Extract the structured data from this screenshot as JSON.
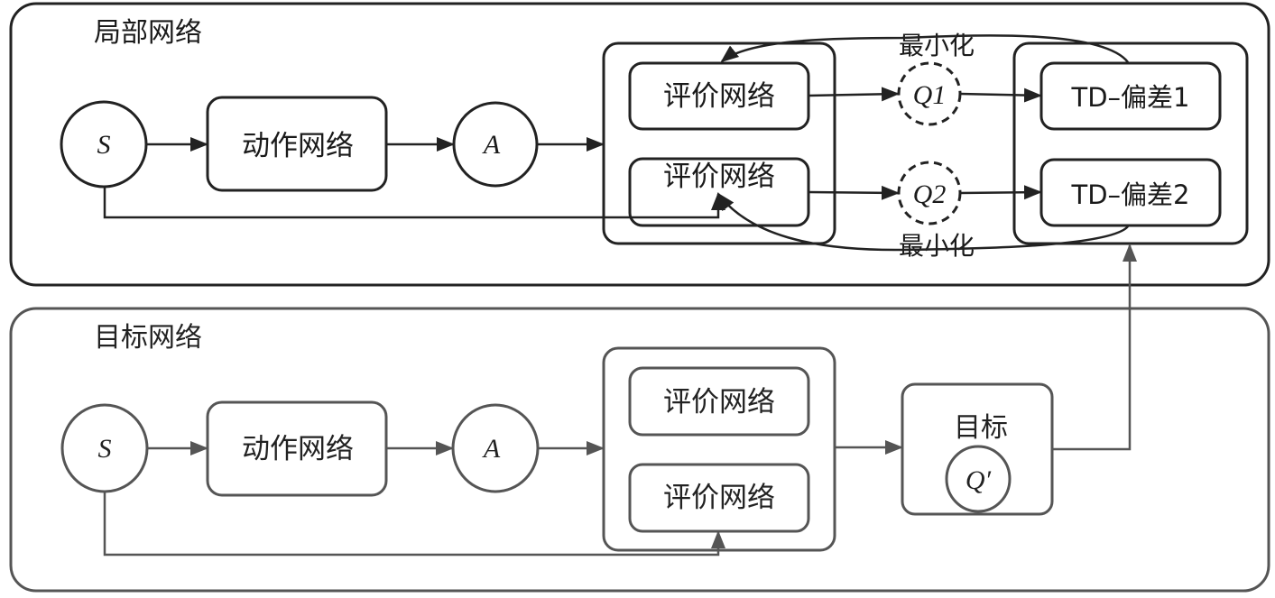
{
  "local_network": {
    "title": "局部网络",
    "state_node": "S",
    "action_net": "动作网络",
    "action_node": "A",
    "critic1": "评价网络",
    "critic2": "评价网络",
    "q1": "Q1",
    "q2": "Q2",
    "minimize_top": "最小化",
    "minimize_bottom": "最小化",
    "td_error1": "TD–偏差1",
    "td_error2": "TD–偏差2"
  },
  "target_network": {
    "title": "目标网络",
    "state_node": "S",
    "action_net": "动作网络",
    "action_node": "A",
    "critic1": "评价网络",
    "critic2": "评价网络",
    "target_label": "目标",
    "target_q": "Q′"
  },
  "colors": {
    "local_stroke": "#222222",
    "target_stroke": "#555555",
    "text": "#1a1a1a"
  }
}
